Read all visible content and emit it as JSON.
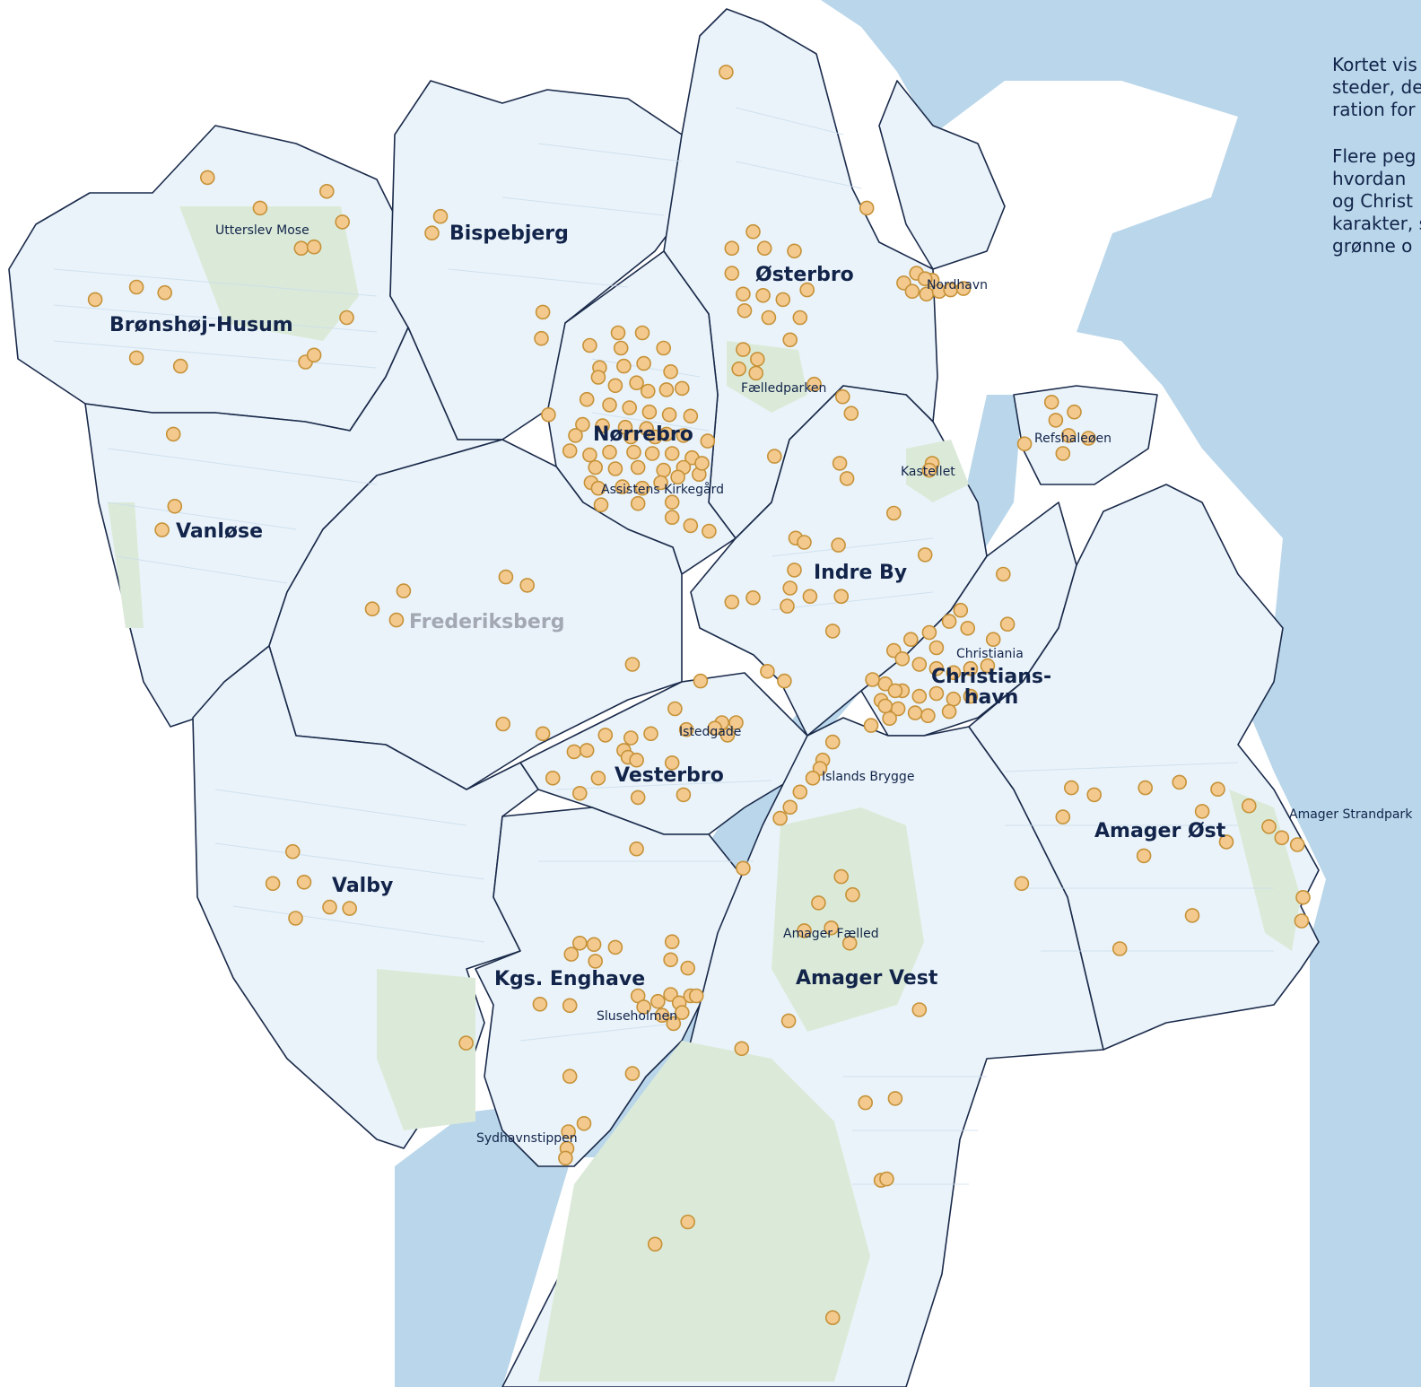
{
  "colors": {
    "water": "#b9d6ea",
    "land": "#eaf3fa",
    "green": "#dbead8",
    "street": "#c9dcec",
    "boundary": "#1a2a4a",
    "dot_fill": "#f3c98e",
    "dot_stroke": "#c69238",
    "text": "#12244a"
  },
  "districts": [
    {
      "name": "Brønshøj-Husum"
    },
    {
      "name": "Bispebjerg"
    },
    {
      "name": "Østerbro"
    },
    {
      "name": "Nørrebro"
    },
    {
      "name": "Vanløse"
    },
    {
      "name": "Frederiksberg"
    },
    {
      "name": "Indre By"
    },
    {
      "name": "Christians-\nhavn"
    },
    {
      "name": "Vesterbro"
    },
    {
      "name": "Valby"
    },
    {
      "name": "Kgs. Enghave"
    },
    {
      "name": "Amager Vest"
    },
    {
      "name": "Amager Øst"
    }
  ],
  "places": [
    {
      "name": "Utterslev Mose"
    },
    {
      "name": "Nordhavn"
    },
    {
      "name": "Fælledparken"
    },
    {
      "name": "Refshaleøen"
    },
    {
      "name": "Kastellet"
    },
    {
      "name": "Assistens Kirkegård"
    },
    {
      "name": "Christiania"
    },
    {
      "name": "Istedgade"
    },
    {
      "name": "Islands Brygge"
    },
    {
      "name": "Amager Strandpark"
    },
    {
      "name": "Amager Fælled"
    },
    {
      "name": "Sluseholmen"
    },
    {
      "name": "Sydhavnstippen"
    }
  ],
  "side_text": {
    "paragraph_1": "Kortet vis\nsteder, de\nration for",
    "paragraph_2": "Flere peg\nhvordan\nog Christ\nkarakter, s\ngrønne o"
  },
  "marker_icon": "circle-marker-icon",
  "markers_pct": [
    [
      14.6,
      12.8
    ],
    [
      23.0,
      13.8
    ],
    [
      18.3,
      15.0
    ],
    [
      24.1,
      16.0
    ],
    [
      21.2,
      17.9
    ],
    [
      22.1,
      17.8
    ],
    [
      6.7,
      21.6
    ],
    [
      9.6,
      20.7
    ],
    [
      11.6,
      21.1
    ],
    [
      24.4,
      22.9
    ],
    [
      9.6,
      25.8
    ],
    [
      12.7,
      26.4
    ],
    [
      21.5,
      26.1
    ],
    [
      22.1,
      25.6
    ],
    [
      12.2,
      31.3
    ],
    [
      12.3,
      36.5
    ],
    [
      11.4,
      38.2
    ],
    [
      31.0,
      15.6
    ],
    [
      30.4,
      16.8
    ],
    [
      38.2,
      22.5
    ],
    [
      38.1,
      24.4
    ],
    [
      38.6,
      29.9
    ],
    [
      51.1,
      5.2
    ],
    [
      53.0,
      16.7
    ],
    [
      51.5,
      17.9
    ],
    [
      53.8,
      17.9
    ],
    [
      55.9,
      18.1
    ],
    [
      51.5,
      19.7
    ],
    [
      52.3,
      21.2
    ],
    [
      53.7,
      21.3
    ],
    [
      55.1,
      21.6
    ],
    [
      56.8,
      20.9
    ],
    [
      52.4,
      22.4
    ],
    [
      54.1,
      22.9
    ],
    [
      56.3,
      22.9
    ],
    [
      55.6,
      24.5
    ],
    [
      52.3,
      25.2
    ],
    [
      53.3,
      25.9
    ],
    [
      52.0,
      26.6
    ],
    [
      53.2,
      26.9
    ],
    [
      57.3,
      27.7
    ],
    [
      59.3,
      28.6
    ],
    [
      59.9,
      29.8
    ],
    [
      54.5,
      32.9
    ],
    [
      61.0,
      15.0
    ],
    [
      63.6,
      20.4
    ],
    [
      64.5,
      19.7
    ],
    [
      65.6,
      20.2
    ],
    [
      64.2,
      21.0
    ],
    [
      65.2,
      21.2
    ],
    [
      66.1,
      21.0
    ],
    [
      66.9,
      20.9
    ],
    [
      67.8,
      20.8
    ],
    [
      65.1,
      20.1
    ],
    [
      74.0,
      29.0
    ],
    [
      75.6,
      29.7
    ],
    [
      74.3,
      30.3
    ],
    [
      75.2,
      31.4
    ],
    [
      76.6,
      31.6
    ],
    [
      72.1,
      32.0
    ],
    [
      74.8,
      32.7
    ],
    [
      59.1,
      33.4
    ],
    [
      59.6,
      34.5
    ],
    [
      65.6,
      33.4
    ],
    [
      65.4,
      33.9
    ],
    [
      62.9,
      37.0
    ],
    [
      56.0,
      38.8
    ],
    [
      59.0,
      39.3
    ],
    [
      65.1,
      40.0
    ],
    [
      55.9,
      41.1
    ],
    [
      55.6,
      42.4
    ],
    [
      57.0,
      43.0
    ],
    [
      59.2,
      43.0
    ],
    [
      51.5,
      43.4
    ],
    [
      53.0,
      43.1
    ],
    [
      55.4,
      43.7
    ],
    [
      58.6,
      45.5
    ],
    [
      70.6,
      41.4
    ],
    [
      67.6,
      44.0
    ],
    [
      66.8,
      44.8
    ],
    [
      65.4,
      45.6
    ],
    [
      64.1,
      46.1
    ],
    [
      62.9,
      46.9
    ],
    [
      65.9,
      46.7
    ],
    [
      68.1,
      45.3
    ],
    [
      69.9,
      46.1
    ],
    [
      70.9,
      45.0
    ],
    [
      63.5,
      47.5
    ],
    [
      64.7,
      47.9
    ],
    [
      65.9,
      48.2
    ],
    [
      67.1,
      48.5
    ],
    [
      68.3,
      48.2
    ],
    [
      69.5,
      48.0
    ],
    [
      61.4,
      49.0
    ],
    [
      62.3,
      49.3
    ],
    [
      63.5,
      49.8
    ],
    [
      64.7,
      50.2
    ],
    [
      65.9,
      50.0
    ],
    [
      67.1,
      50.4
    ],
    [
      68.3,
      50.2
    ],
    [
      62.0,
      50.5
    ],
    [
      63.2,
      51.1
    ],
    [
      64.4,
      51.4
    ],
    [
      62.6,
      51.8
    ],
    [
      61.3,
      52.3
    ],
    [
      63.0,
      49.8
    ],
    [
      65.3,
      51.6
    ],
    [
      66.8,
      51.3
    ],
    [
      62.3,
      50.9
    ],
    [
      43.5,
      24.0
    ],
    [
      45.2,
      24.0
    ],
    [
      41.5,
      24.9
    ],
    [
      43.7,
      25.1
    ],
    [
      46.7,
      25.1
    ],
    [
      42.2,
      26.5
    ],
    [
      43.9,
      26.4
    ],
    [
      45.3,
      26.2
    ],
    [
      47.2,
      26.8
    ],
    [
      42.1,
      27.2
    ],
    [
      43.3,
      27.8
    ],
    [
      44.8,
      27.6
    ],
    [
      45.6,
      28.2
    ],
    [
      46.9,
      28.1
    ],
    [
      48.0,
      28.0
    ],
    [
      41.3,
      28.8
    ],
    [
      42.9,
      29.2
    ],
    [
      44.3,
      29.4
    ],
    [
      45.7,
      29.7
    ],
    [
      47.1,
      29.9
    ],
    [
      48.6,
      30.0
    ],
    [
      41.0,
      30.6
    ],
    [
      42.4,
      30.7
    ],
    [
      44.0,
      30.8
    ],
    [
      45.5,
      30.9
    ],
    [
      46.9,
      31.3
    ],
    [
      40.5,
      31.4
    ],
    [
      44.4,
      31.5
    ],
    [
      46.1,
      31.5
    ],
    [
      48.1,
      31.4
    ],
    [
      49.8,
      31.8
    ],
    [
      40.1,
      32.5
    ],
    [
      41.5,
      32.8
    ],
    [
      42.9,
      32.6
    ],
    [
      44.6,
      32.6
    ],
    [
      45.9,
      32.7
    ],
    [
      47.3,
      32.7
    ],
    [
      48.7,
      33.0
    ],
    [
      41.9,
      33.7
    ],
    [
      43.3,
      33.8
    ],
    [
      44.9,
      33.7
    ],
    [
      46.7,
      33.9
    ],
    [
      48.1,
      33.7
    ],
    [
      49.2,
      34.2
    ],
    [
      41.6,
      34.8
    ],
    [
      42.1,
      35.2
    ],
    [
      43.8,
      35.1
    ],
    [
      45.2,
      35.2
    ],
    [
      46.5,
      34.8
    ],
    [
      47.7,
      34.4
    ],
    [
      49.4,
      33.4
    ],
    [
      42.3,
      36.4
    ],
    [
      44.9,
      36.3
    ],
    [
      47.3,
      36.2
    ],
    [
      48.6,
      37.9
    ],
    [
      49.9,
      38.3
    ],
    [
      47.3,
      37.3
    ],
    [
      56.6,
      39.1
    ],
    [
      59.2,
      43.0
    ],
    [
      54.0,
      48.4
    ],
    [
      55.2,
      49.1
    ],
    [
      35.6,
      41.6
    ],
    [
      37.1,
      42.2
    ],
    [
      28.4,
      42.6
    ],
    [
      26.2,
      43.9
    ],
    [
      27.9,
      44.7
    ],
    [
      44.5,
      47.9
    ],
    [
      49.3,
      49.1
    ],
    [
      35.4,
      52.2
    ],
    [
      38.2,
      52.9
    ],
    [
      47.5,
      51.1
    ],
    [
      50.8,
      52.1
    ],
    [
      51.8,
      52.1
    ],
    [
      50.3,
      52.5
    ],
    [
      48.3,
      52.6
    ],
    [
      51.2,
      53.0
    ],
    [
      42.6,
      53.0
    ],
    [
      44.4,
      53.2
    ],
    [
      45.8,
      52.9
    ],
    [
      40.4,
      54.2
    ],
    [
      41.3,
      54.1
    ],
    [
      43.9,
      54.1
    ],
    [
      44.2,
      54.6
    ],
    [
      44.8,
      54.8
    ],
    [
      47.3,
      55.0
    ],
    [
      38.9,
      56.1
    ],
    [
      42.1,
      56.1
    ],
    [
      40.8,
      57.2
    ],
    [
      44.9,
      57.5
    ],
    [
      48.1,
      57.3
    ],
    [
      58.6,
      53.5
    ],
    [
      57.9,
      54.8
    ],
    [
      57.7,
      55.4
    ],
    [
      57.2,
      56.1
    ],
    [
      56.3,
      57.1
    ],
    [
      55.6,
      58.2
    ],
    [
      54.9,
      59.0
    ],
    [
      44.8,
      61.2
    ],
    [
      52.3,
      62.6
    ],
    [
      20.6,
      61.4
    ],
    [
      19.2,
      63.7
    ],
    [
      21.4,
      63.6
    ],
    [
      23.2,
      65.4
    ],
    [
      24.6,
      65.5
    ],
    [
      20.8,
      66.2
    ],
    [
      75.4,
      56.8
    ],
    [
      74.8,
      58.9
    ],
    [
      77.0,
      57.3
    ],
    [
      80.6,
      56.8
    ],
    [
      83.0,
      56.4
    ],
    [
      85.7,
      56.9
    ],
    [
      84.6,
      58.5
    ],
    [
      87.9,
      58.1
    ],
    [
      89.3,
      59.6
    ],
    [
      90.2,
      60.4
    ],
    [
      91.3,
      60.9
    ],
    [
      86.3,
      60.7
    ],
    [
      80.5,
      61.7
    ],
    [
      71.9,
      63.7
    ],
    [
      91.7,
      64.7
    ],
    [
      91.6,
      66.4
    ],
    [
      83.9,
      66.0
    ],
    [
      78.8,
      68.4
    ],
    [
      59.2,
      63.2
    ],
    [
      60.0,
      64.5
    ],
    [
      57.6,
      65.1
    ],
    [
      58.5,
      66.9
    ],
    [
      56.6,
      67.1
    ],
    [
      59.8,
      68.0
    ],
    [
      40.8,
      68.0
    ],
    [
      41.8,
      68.1
    ],
    [
      43.3,
      68.3
    ],
    [
      47.3,
      67.9
    ],
    [
      40.2,
      68.8
    ],
    [
      41.9,
      69.3
    ],
    [
      47.2,
      69.2
    ],
    [
      48.4,
      69.8
    ],
    [
      44.9,
      71.8
    ],
    [
      45.3,
      72.6
    ],
    [
      46.3,
      72.2
    ],
    [
      47.2,
      71.7
    ],
    [
      47.8,
      72.3
    ],
    [
      48.6,
      71.8
    ],
    [
      49.0,
      71.8
    ],
    [
      48.0,
      73.0
    ],
    [
      46.6,
      73.2
    ],
    [
      47.4,
      73.8
    ],
    [
      38.0,
      72.4
    ],
    [
      40.1,
      72.5
    ],
    [
      32.8,
      75.2
    ],
    [
      52.2,
      75.6
    ],
    [
      55.5,
      73.6
    ],
    [
      64.7,
      72.8
    ],
    [
      40.1,
      77.6
    ],
    [
      44.5,
      77.4
    ],
    [
      41.1,
      81.0
    ],
    [
      40.0,
      81.6
    ],
    [
      39.9,
      82.8
    ],
    [
      39.8,
      83.5
    ],
    [
      60.9,
      79.5
    ],
    [
      63.0,
      79.2
    ],
    [
      62.0,
      85.1
    ],
    [
      62.4,
      85.0
    ],
    [
      48.4,
      88.1
    ],
    [
      46.1,
      89.7
    ],
    [
      58.6,
      95.0
    ]
  ]
}
